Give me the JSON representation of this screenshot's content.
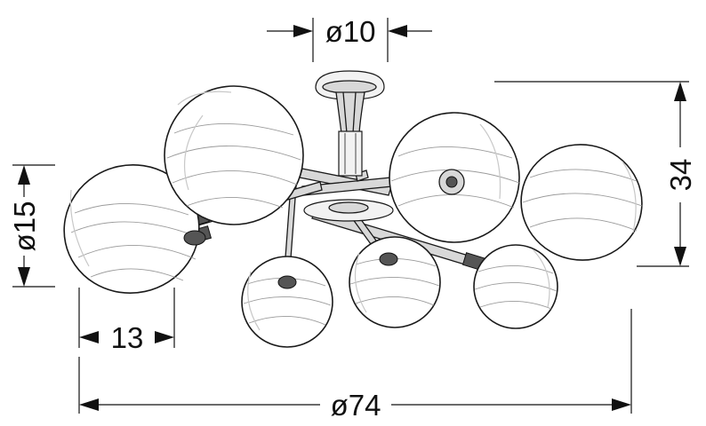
{
  "dimensions": {
    "canopy_diameter": "ø10",
    "height": "34",
    "globe_diameter": "ø15",
    "globe_depth": "13",
    "overall_diameter": "ø74"
  }
}
